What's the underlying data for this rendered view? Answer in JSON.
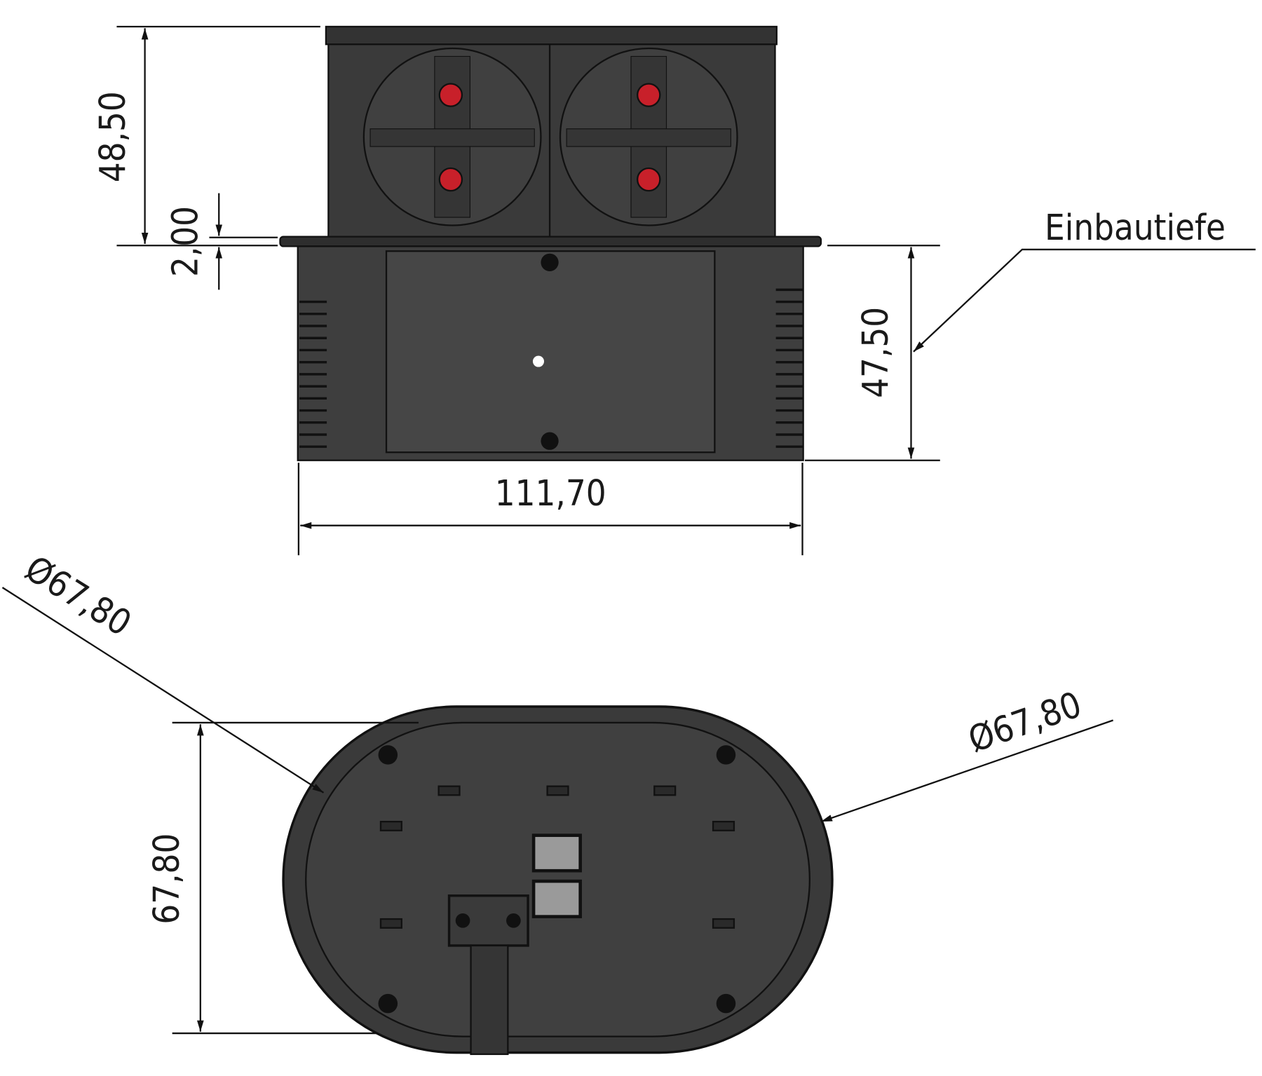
{
  "drawing": {
    "side_view": {
      "dim_top_height": "48,50",
      "dim_flange": "2,00",
      "dim_depth": "47,50",
      "dim_width": "111,70",
      "callout_label": "Einbautiefe"
    },
    "bottom_view": {
      "dim_height": "67,80",
      "dim_diameter_left": "Ø67,80",
      "dim_diameter_right": "Ø67,80"
    },
    "colors": {
      "body": "#3c3c3c",
      "outline": "#111111",
      "contact": "#c8202a",
      "window": "#9a9a9a"
    }
  }
}
